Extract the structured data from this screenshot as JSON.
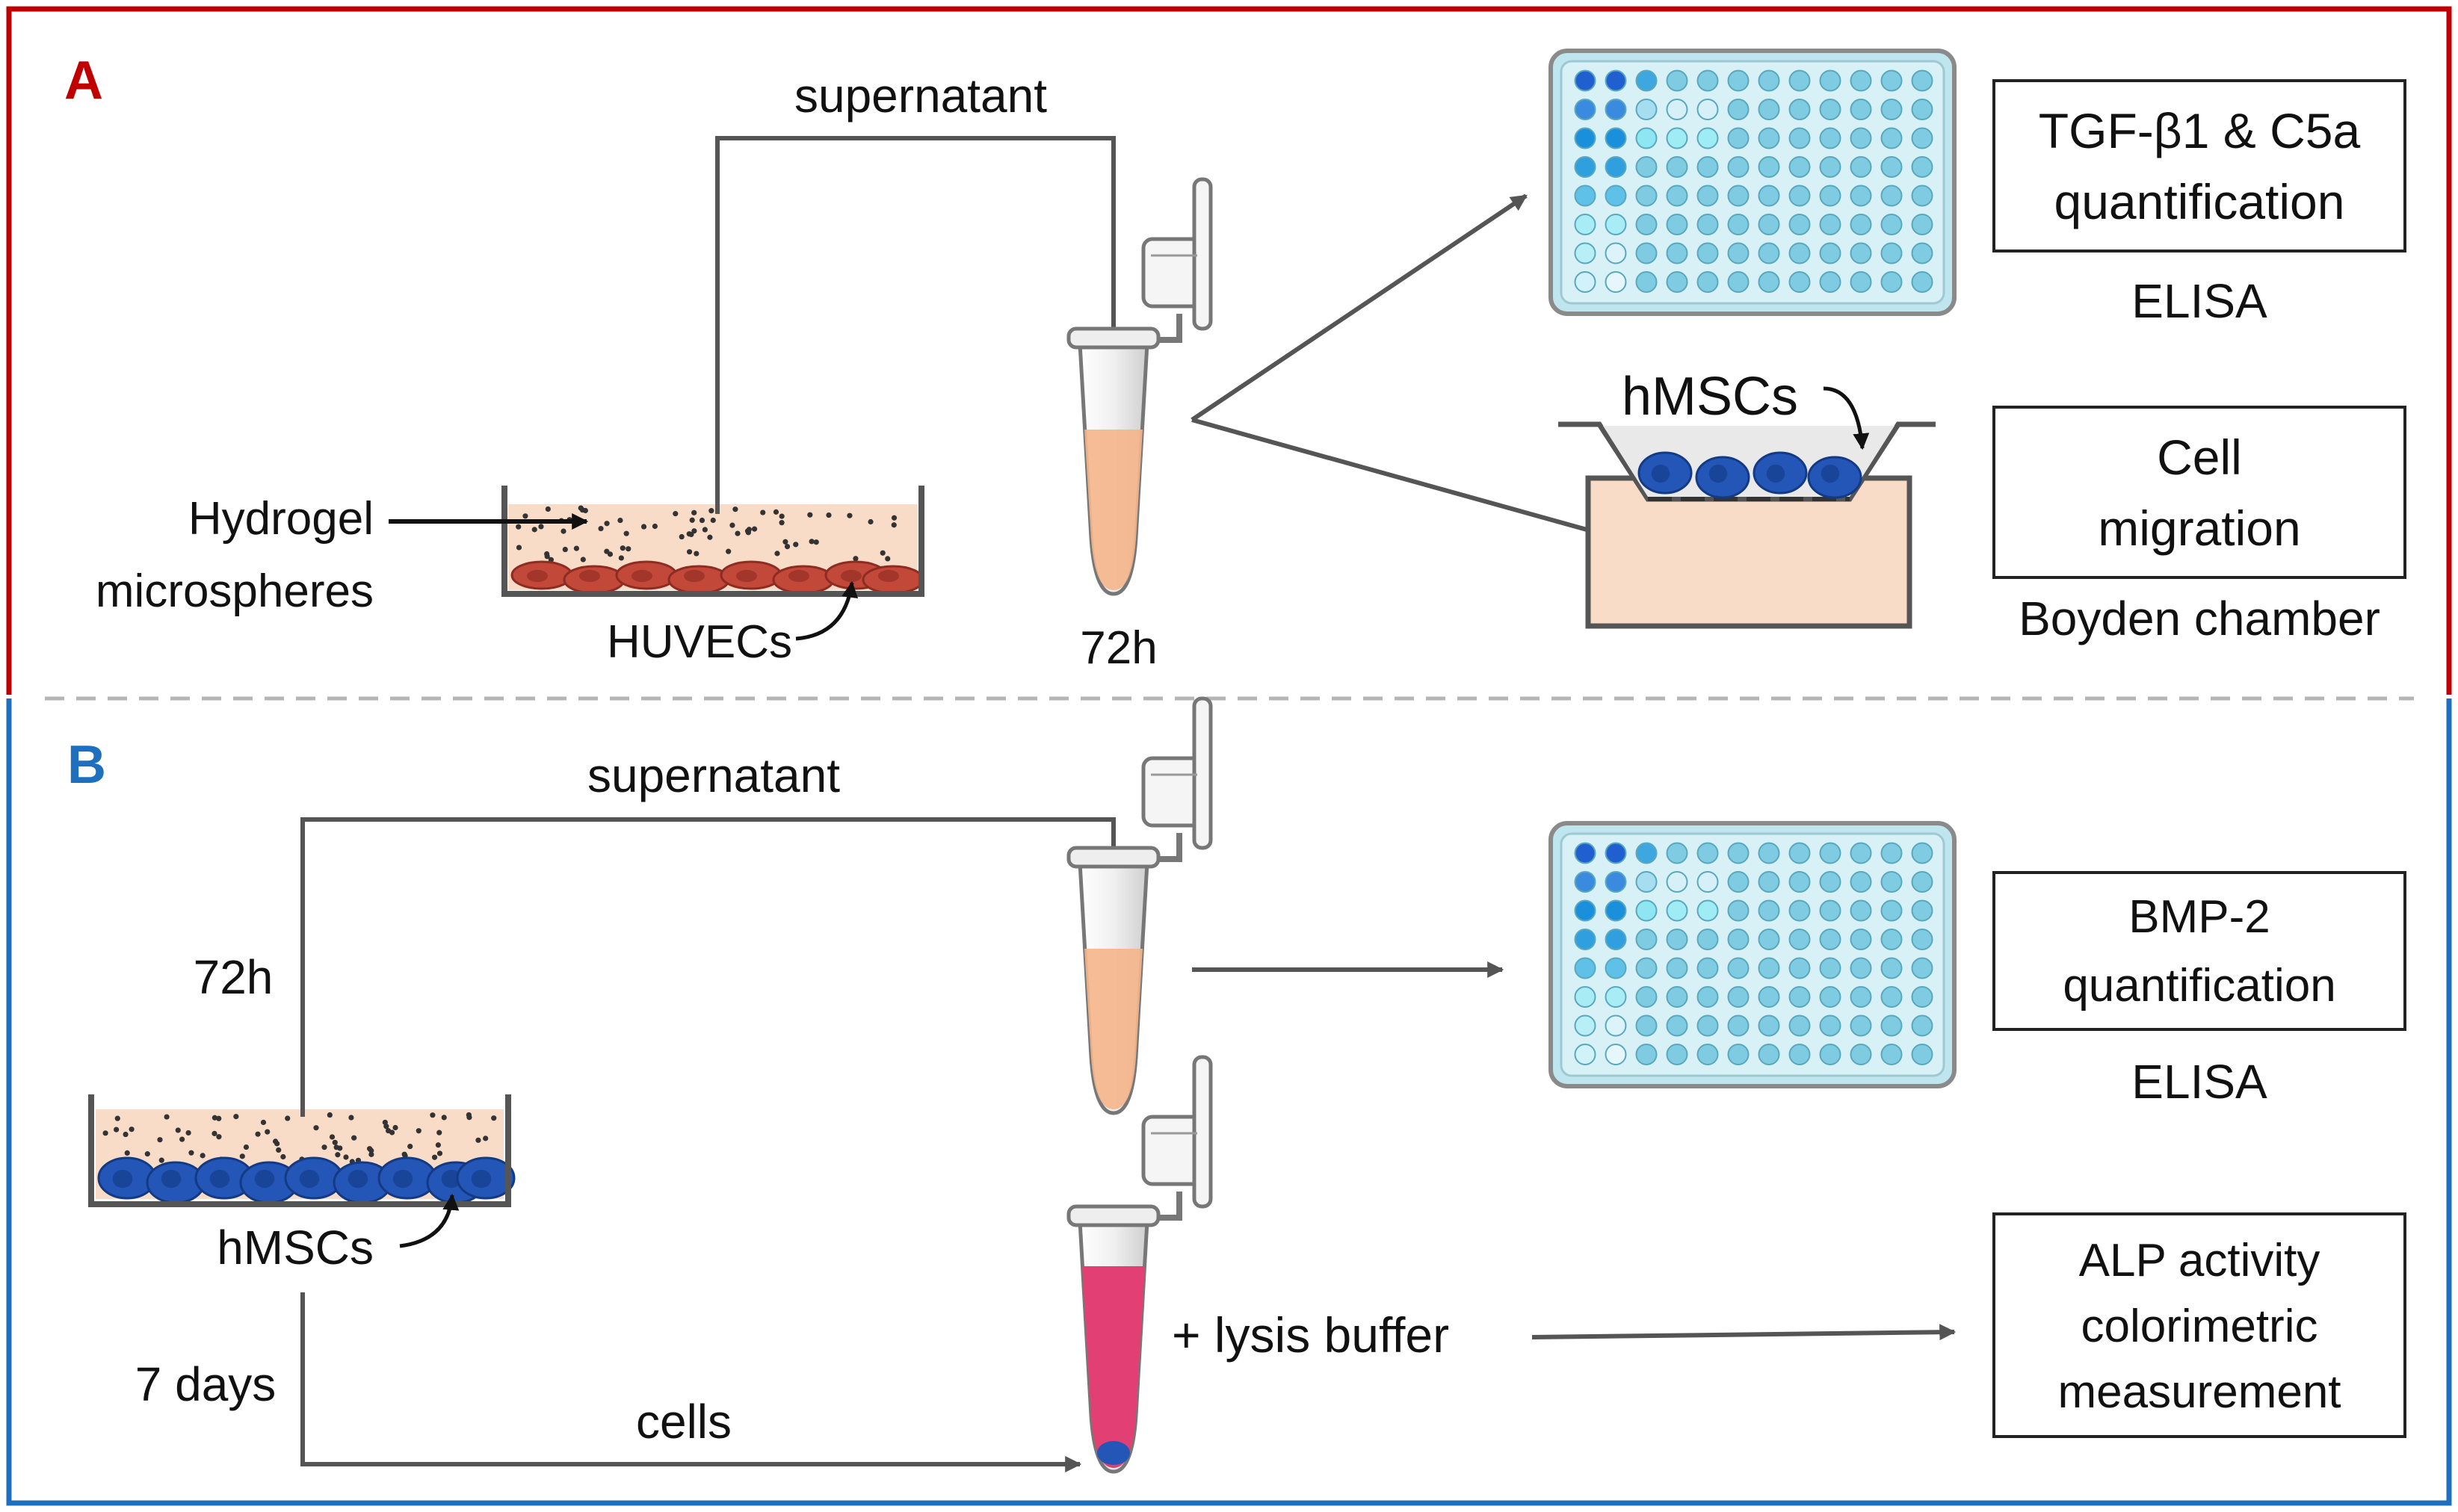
{
  "panel_a": {
    "letter": "A",
    "hydrogel_label": [
      "Hydrogel",
      "microspheres"
    ],
    "huvec_label": "HUVECs",
    "supernatant_label": "supernatant",
    "time_label": "72h",
    "hmsc_label": "hMSCs",
    "box_elisa": [
      "TGF-β1 & C5a",
      "quantification"
    ],
    "elisa_label": "ELISA",
    "box_migration": [
      "Cell",
      "migration"
    ],
    "boyden_label": "Boyden chamber"
  },
  "panel_b": {
    "letter": "B",
    "supernatant_label": "supernatant",
    "time_label": "72h",
    "hmsc_label": "hMSCs",
    "days_label": "7 days",
    "cells_label": "cells",
    "lysis_label": "+ lysis buffer",
    "box_bmp": [
      "BMP-2",
      "quantification"
    ],
    "elisa_label": "ELISA",
    "box_alp": [
      "ALP activity",
      "colorimetric",
      "measurement"
    ]
  },
  "colors": {
    "panel_a_frame": "#c00000",
    "panel_b_frame": "#1f6fbf",
    "letter_a": "#c00000",
    "letter_b": "#1f6fbf",
    "arrow": "#555555",
    "medium": "#f9dcc8",
    "tube_fluid": "#f5b58a",
    "lysis_fluid": "#e23f74",
    "huvec_cell": "#c2483a",
    "hmsc_cell": "#2456b8",
    "plate_body": "#bfe6ee"
  }
}
